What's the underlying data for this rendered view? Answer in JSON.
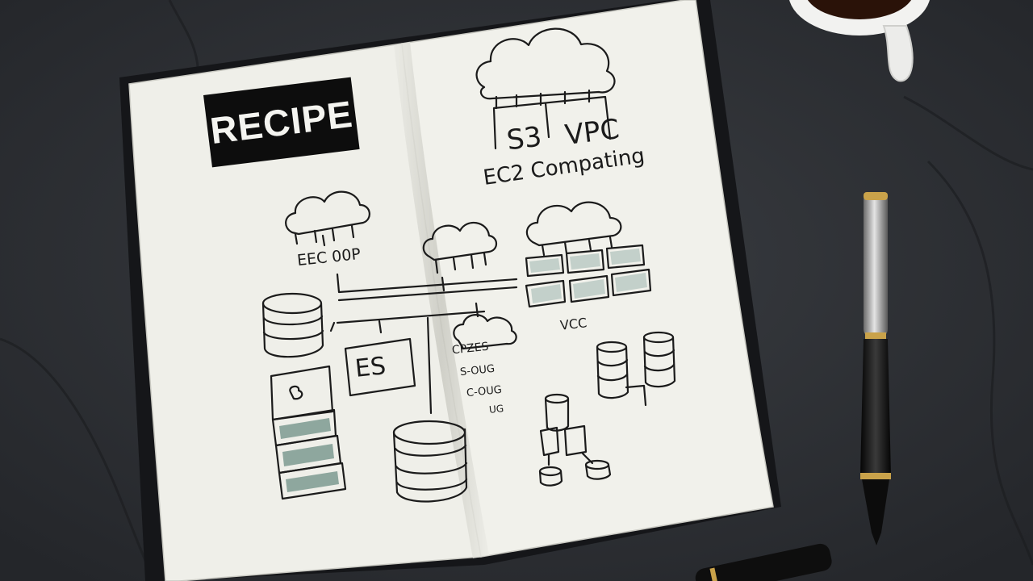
{
  "notebook": {
    "label": "RECIPE",
    "cloud_labels": {
      "s3": "S3",
      "vpc": "VPC",
      "ec2": "EC2 Compating"
    },
    "sketch_labels": {
      "eec": "EEC 00P",
      "es": "ES",
      "vcc": "VCC"
    },
    "scribbles": [
      "CPZES",
      "S-OUG",
      "C-OUG",
      "UG"
    ]
  },
  "colors": {
    "background": "#2e3136",
    "paper": "#f0f0ea",
    "ink": "#1b1b1b",
    "cover": "#151619",
    "accent_teal": "#6e8f86"
  }
}
